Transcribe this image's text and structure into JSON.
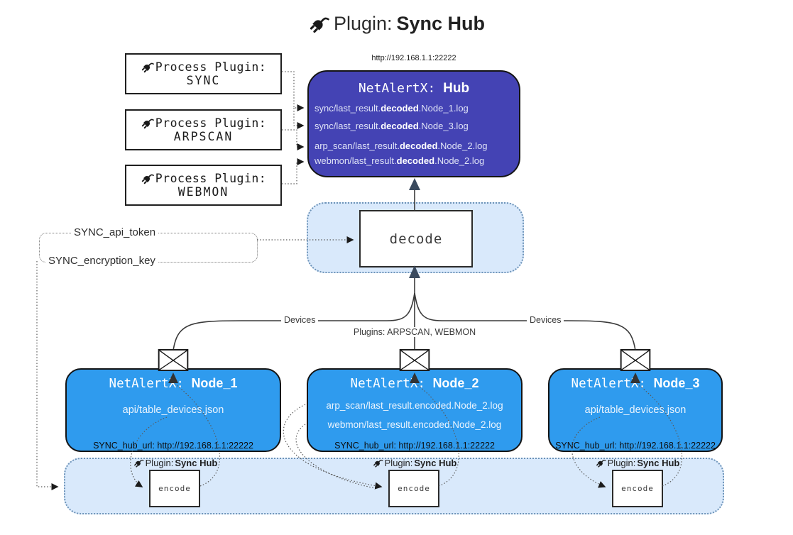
{
  "title": {
    "prefix": "Plugin: ",
    "name": "Sync Hub"
  },
  "process_plugins": [
    {
      "label": "Process Plugin:",
      "name": "SYNC"
    },
    {
      "label": "Process Plugin:",
      "name": "ARPSCAN"
    },
    {
      "label": "Process Plugin:",
      "name": "WEBMON"
    }
  ],
  "hub": {
    "url": "http://192.168.1.1:22222",
    "title_prefix": "NetAlertX: ",
    "title_name": "Hub",
    "files": [
      {
        "pre": "sync/last_result.",
        "mid": "decoded",
        "post": ".Node_1.log"
      },
      {
        "pre": "sync/last_result.",
        "mid": "decoded",
        "post": ".Node_3.log"
      },
      {
        "pre": "arp_scan/last_result.",
        "mid": "decoded",
        "post": ".Node_2.log"
      },
      {
        "pre": "webmon/last_result.",
        "mid": "decoded",
        "post": ".Node_2.log"
      }
    ]
  },
  "decode_box": {
    "label": "decode"
  },
  "config": {
    "api_token": "SYNC_api_token",
    "encryption_key": "SYNC_encryption_key"
  },
  "edge_labels": {
    "devices_left": "Devices",
    "devices_right": "Devices",
    "plugins": "Plugins: ARPSCAN, WEBMON"
  },
  "nodes": [
    {
      "title_prefix": "NetAlertX: ",
      "title_name": "Node_1",
      "files": [
        "api/table_devices.json"
      ],
      "hub_url": "SYNC_hub_url: http://192.168.1.1:22222"
    },
    {
      "title_prefix": "NetAlertX: ",
      "title_name": "Node_2",
      "files": [
        "arp_scan/last_result.encoded.Node_2.log",
        "webmon/last_result.encoded.Node_2.log"
      ],
      "hub_url": "SYNC_hub_url: http://192.168.1.1:22222"
    },
    {
      "title_prefix": "NetAlertX: ",
      "title_name": "Node_3",
      "files": [
        "api/table_devices.json"
      ],
      "hub_url": "SYNC_hub_url: http://192.168.1.1:22222"
    }
  ],
  "encode_sections": [
    {
      "label_prefix": "Plugin: ",
      "label_name": "Sync Hub",
      "box_label": "encode"
    },
    {
      "label_prefix": "Plugin: ",
      "label_name": "Sync Hub",
      "box_label": "encode"
    },
    {
      "label_prefix": "Plugin: ",
      "label_name": "Sync Hub",
      "box_label": "encode"
    }
  ],
  "colors": {
    "hub_bg": "#4443b4",
    "node_bg": "#2f9bee",
    "panel_bg": "#d9e9fb",
    "panel_border": "#6d93b8",
    "line": "#3a3a3a",
    "big_arrow": "#3a4a5e"
  }
}
